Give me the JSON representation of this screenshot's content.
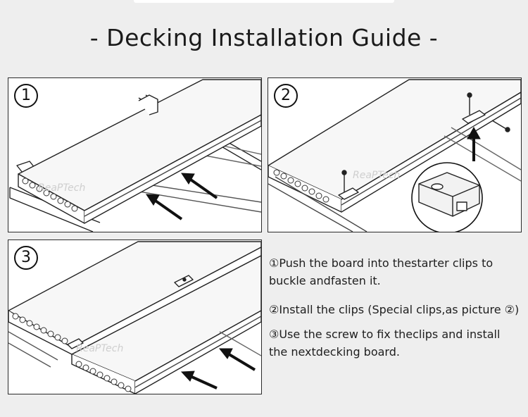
{
  "title": "- Decking Installation Guide -",
  "steps": [
    {
      "number": "1"
    },
    {
      "number": "2"
    },
    {
      "number": "3"
    }
  ],
  "instructions": [
    {
      "line1": "①Push the board into thestarter clips to",
      "line2": "buckle andfasten it."
    },
    {
      "line1": "②Install the clips (Special clips,as picture ②)"
    },
    {
      "line1": "③Use the screw to fix theclips and install",
      "line2": "the nextdecking board."
    }
  ],
  "watermark": "ReaPTech",
  "colors": {
    "background": "#eeeeee",
    "panel": "#ffffff",
    "line": "#222222",
    "text": "#1e1e1e"
  }
}
